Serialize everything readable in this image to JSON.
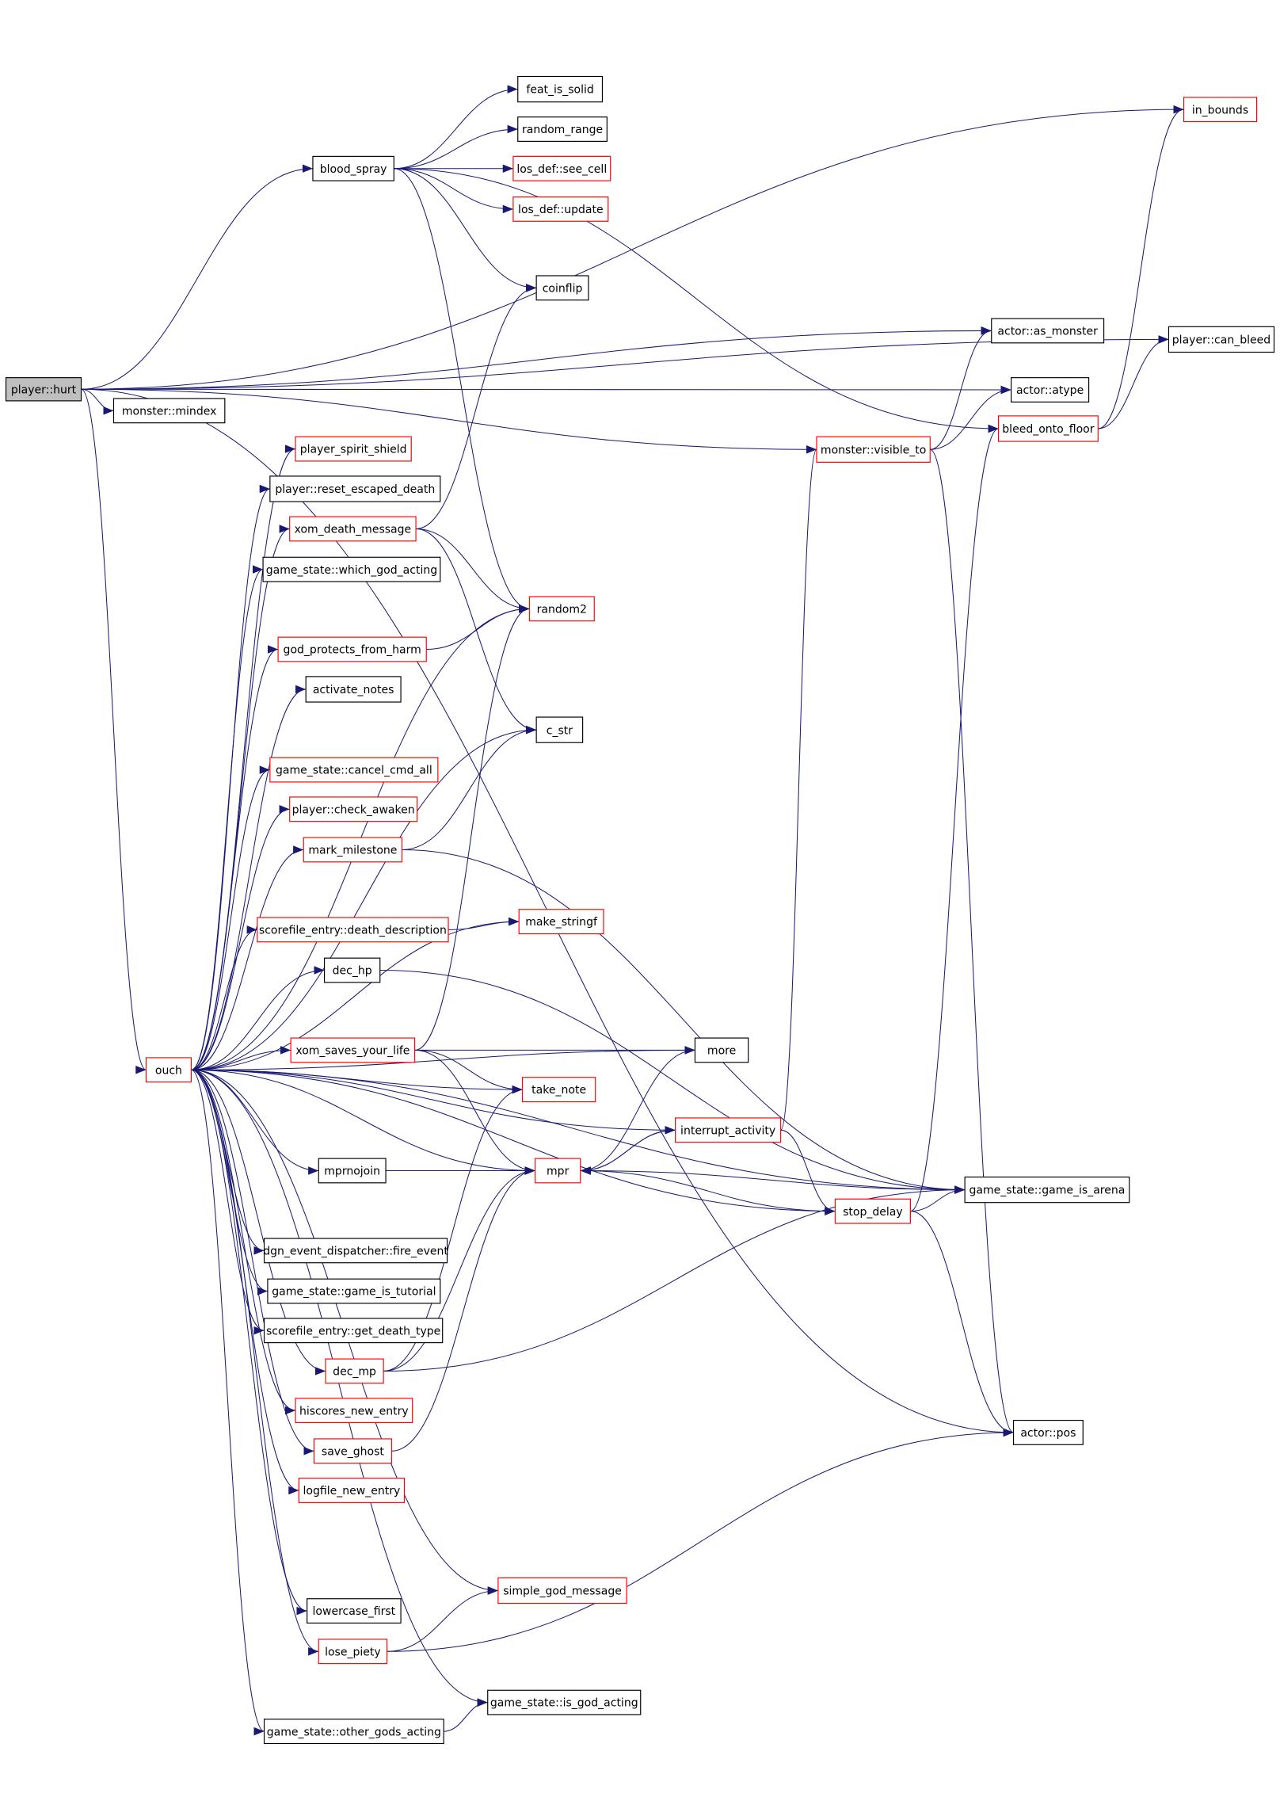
{
  "colors": {
    "edge": "#191970",
    "highlight_border": "#ff0000",
    "root_fill": "#bfbfbf",
    "border": "#000000"
  },
  "nodes": [
    {
      "id": "player_hurt",
      "label": "player::hurt",
      "style": "gray"
    },
    {
      "id": "monster_mindex",
      "label": "monster::mindex",
      "style": "black"
    },
    {
      "id": "blood_spray",
      "label": "blood_spray",
      "style": "black"
    },
    {
      "id": "feat_is_solid",
      "label": "feat_is_solid",
      "style": "black"
    },
    {
      "id": "random_range",
      "label": "random_range",
      "style": "black"
    },
    {
      "id": "see_cell",
      "label": "los_def::see_cell",
      "style": "red"
    },
    {
      "id": "los_update",
      "label": "los_def::update",
      "style": "red"
    },
    {
      "id": "coinflip",
      "label": "coinflip",
      "style": "black"
    },
    {
      "id": "in_bounds",
      "label": "in_bounds",
      "style": "red"
    },
    {
      "id": "as_monster",
      "label": "actor::as_monster",
      "style": "black"
    },
    {
      "id": "can_bleed",
      "label": "player::can_bleed",
      "style": "black"
    },
    {
      "id": "atype",
      "label": "actor::atype",
      "style": "black"
    },
    {
      "id": "bleed_onto_floor",
      "label": "bleed_onto_floor",
      "style": "red"
    },
    {
      "id": "visible_to",
      "label": "monster::visible_to",
      "style": "red"
    },
    {
      "id": "spirit_shield",
      "label": "player_spirit_shield",
      "style": "red"
    },
    {
      "id": "reset_escaped_death",
      "label": "player::reset_escaped_death",
      "style": "black"
    },
    {
      "id": "xom_death_message",
      "label": "xom_death_message",
      "style": "red"
    },
    {
      "id": "which_god_acting",
      "label": "game_state::which_god_acting",
      "style": "black"
    },
    {
      "id": "random2",
      "label": "random2",
      "style": "red"
    },
    {
      "id": "god_protects",
      "label": "god_protects_from_harm",
      "style": "red"
    },
    {
      "id": "activate_notes",
      "label": "activate_notes",
      "style": "black"
    },
    {
      "id": "c_str",
      "label": "c_str",
      "style": "black"
    },
    {
      "id": "cancel_cmd_all",
      "label": "game_state::cancel_cmd_all",
      "style": "red"
    },
    {
      "id": "check_awaken",
      "label": "player::check_awaken",
      "style": "red"
    },
    {
      "id": "mark_milestone",
      "label": "mark_milestone",
      "style": "red"
    },
    {
      "id": "make_stringf",
      "label": "make_stringf",
      "style": "red"
    },
    {
      "id": "death_description",
      "label": "scorefile_entry::death_description",
      "style": "red"
    },
    {
      "id": "dec_hp",
      "label": "dec_hp",
      "style": "black"
    },
    {
      "id": "ouch",
      "label": "ouch",
      "style": "red"
    },
    {
      "id": "xom_saves",
      "label": "xom_saves_your_life",
      "style": "red"
    },
    {
      "id": "more",
      "label": "more",
      "style": "black"
    },
    {
      "id": "take_note",
      "label": "take_note",
      "style": "red"
    },
    {
      "id": "interrupt_activity",
      "label": "interrupt_activity",
      "style": "red"
    },
    {
      "id": "mprnojoin",
      "label": "mprnojoin",
      "style": "black"
    },
    {
      "id": "mpr",
      "label": "mpr",
      "style": "red"
    },
    {
      "id": "game_is_arena",
      "label": "game_state::game_is_arena",
      "style": "black"
    },
    {
      "id": "stop_delay",
      "label": "stop_delay",
      "style": "red"
    },
    {
      "id": "fire_event",
      "label": "dgn_event_dispatcher::fire_event",
      "style": "black"
    },
    {
      "id": "game_is_tutorial",
      "label": "game_state::game_is_tutorial",
      "style": "black"
    },
    {
      "id": "get_death_type",
      "label": "scorefile_entry::get_death_type",
      "style": "black"
    },
    {
      "id": "dec_mp",
      "label": "dec_mp",
      "style": "red"
    },
    {
      "id": "hiscores_new_entry",
      "label": "hiscores_new_entry",
      "style": "red"
    },
    {
      "id": "save_ghost",
      "label": "save_ghost",
      "style": "red"
    },
    {
      "id": "actor_pos",
      "label": "actor::pos",
      "style": "black"
    },
    {
      "id": "logfile_new_entry",
      "label": "logfile_new_entry",
      "style": "red"
    },
    {
      "id": "simple_god_message",
      "label": "simple_god_message",
      "style": "red"
    },
    {
      "id": "lowercase_first",
      "label": "lowercase_first",
      "style": "black"
    },
    {
      "id": "lose_piety",
      "label": "lose_piety",
      "style": "red"
    },
    {
      "id": "is_god_acting",
      "label": "game_state::is_god_acting",
      "style": "black"
    },
    {
      "id": "other_gods_acting",
      "label": "game_state::other_gods_acting",
      "style": "black"
    }
  ],
  "edges": [
    [
      "player_hurt",
      "blood_spray"
    ],
    [
      "player_hurt",
      "monster_mindex"
    ],
    [
      "player_hurt",
      "as_monster"
    ],
    [
      "player_hurt",
      "atype"
    ],
    [
      "player_hurt",
      "in_bounds"
    ],
    [
      "player_hurt",
      "can_bleed"
    ],
    [
      "player_hurt",
      "visible_to"
    ],
    [
      "player_hurt",
      "ouch"
    ],
    [
      "player_hurt",
      "actor_pos"
    ],
    [
      "blood_spray",
      "feat_is_solid"
    ],
    [
      "blood_spray",
      "random_range"
    ],
    [
      "blood_spray",
      "see_cell"
    ],
    [
      "blood_spray",
      "los_update"
    ],
    [
      "blood_spray",
      "coinflip"
    ],
    [
      "blood_spray",
      "random2"
    ],
    [
      "blood_spray",
      "bleed_onto_floor"
    ],
    [
      "bleed_onto_floor",
      "in_bounds"
    ],
    [
      "bleed_onto_floor",
      "can_bleed"
    ],
    [
      "visible_to",
      "as_monster"
    ],
    [
      "visible_to",
      "atype"
    ],
    [
      "visible_to",
      "actor_pos"
    ],
    [
      "ouch",
      "spirit_shield"
    ],
    [
      "ouch",
      "reset_escaped_death"
    ],
    [
      "ouch",
      "xom_death_message"
    ],
    [
      "ouch",
      "which_god_acting"
    ],
    [
      "ouch",
      "random2"
    ],
    [
      "ouch",
      "god_protects"
    ],
    [
      "ouch",
      "activate_notes"
    ],
    [
      "ouch",
      "c_str"
    ],
    [
      "ouch",
      "cancel_cmd_all"
    ],
    [
      "ouch",
      "check_awaken"
    ],
    [
      "ouch",
      "mark_milestone"
    ],
    [
      "ouch",
      "make_stringf"
    ],
    [
      "ouch",
      "death_description"
    ],
    [
      "ouch",
      "dec_hp"
    ],
    [
      "ouch",
      "xom_saves"
    ],
    [
      "ouch",
      "more"
    ],
    [
      "ouch",
      "take_note"
    ],
    [
      "ouch",
      "interrupt_activity"
    ],
    [
      "ouch",
      "mprnojoin"
    ],
    [
      "ouch",
      "mpr"
    ],
    [
      "ouch",
      "fire_event"
    ],
    [
      "ouch",
      "game_is_tutorial"
    ],
    [
      "ouch",
      "get_death_type"
    ],
    [
      "ouch",
      "dec_mp"
    ],
    [
      "ouch",
      "hiscores_new_entry"
    ],
    [
      "ouch",
      "save_ghost"
    ],
    [
      "ouch",
      "logfile_new_entry"
    ],
    [
      "ouch",
      "game_is_arena"
    ],
    [
      "ouch",
      "simple_god_message"
    ],
    [
      "ouch",
      "lowercase_first"
    ],
    [
      "ouch",
      "lose_piety"
    ],
    [
      "ouch",
      "is_god_acting"
    ],
    [
      "ouch",
      "other_gods_acting"
    ],
    [
      "ouch",
      "stop_delay"
    ],
    [
      "xom_death_message",
      "coinflip"
    ],
    [
      "xom_death_message",
      "random2"
    ],
    [
      "xom_death_message",
      "c_str"
    ],
    [
      "god_protects",
      "random2"
    ],
    [
      "mark_milestone",
      "c_str"
    ],
    [
      "mark_milestone",
      "game_is_arena"
    ],
    [
      "death_description",
      "make_stringf"
    ],
    [
      "dec_hp",
      "game_is_arena"
    ],
    [
      "xom_saves",
      "random2"
    ],
    [
      "xom_saves",
      "more"
    ],
    [
      "xom_saves",
      "take_note"
    ],
    [
      "xom_saves",
      "mpr"
    ],
    [
      "mprnojoin",
      "mpr"
    ],
    [
      "mpr",
      "more"
    ],
    [
      "mpr",
      "interrupt_activity"
    ],
    [
      "mpr",
      "game_is_arena"
    ],
    [
      "interrupt_activity",
      "mpr"
    ],
    [
      "interrupt_activity",
      "visible_to"
    ],
    [
      "interrupt_activity",
      "stop_delay"
    ],
    [
      "stop_delay",
      "mpr"
    ],
    [
      "stop_delay",
      "game_is_arena"
    ],
    [
      "stop_delay",
      "bleed_onto_floor"
    ],
    [
      "stop_delay",
      "actor_pos"
    ],
    [
      "dec_mp",
      "take_note"
    ],
    [
      "dec_mp",
      "mpr"
    ],
    [
      "dec_mp",
      "game_is_arena"
    ],
    [
      "save_ghost",
      "mpr"
    ],
    [
      "lose_piety",
      "simple_god_message"
    ],
    [
      "lose_piety",
      "actor_pos"
    ],
    [
      "other_gods_acting",
      "is_god_acting"
    ]
  ]
}
